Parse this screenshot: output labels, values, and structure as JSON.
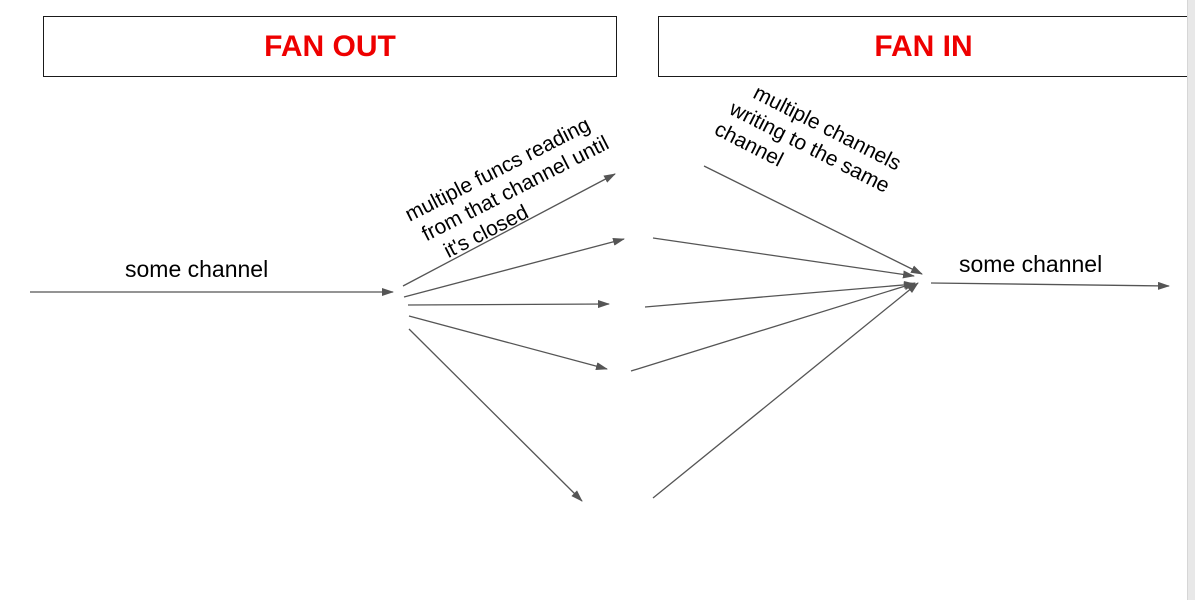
{
  "fan_out": {
    "title": "FAN OUT",
    "input_label": "some channel",
    "note_lines": [
      "multiple funcs reading",
      "from that channel until",
      "it's closed"
    ]
  },
  "fan_in": {
    "title": "FAN IN",
    "output_label": "some channel",
    "note_lines": [
      "multiple channels",
      "writing to the same",
      "channel"
    ]
  },
  "colors": {
    "title": "#ee0000",
    "arrow": "#555555",
    "border": "#1a1a1a"
  }
}
